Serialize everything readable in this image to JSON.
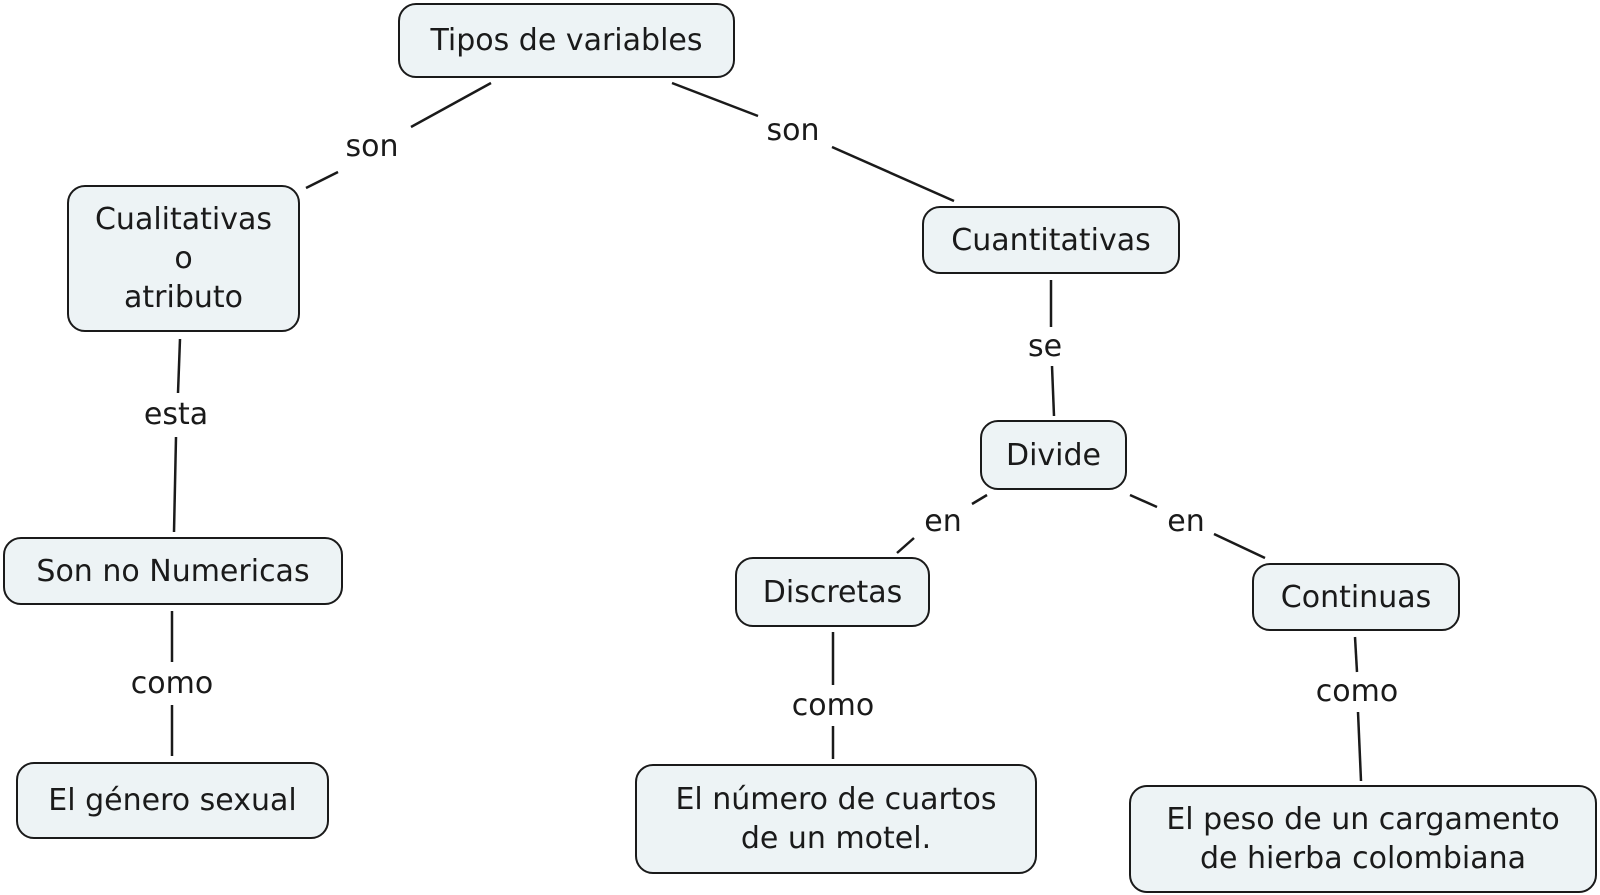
{
  "concept_map": {
    "nodes": {
      "tipos_de_variables": "Tipos de variables",
      "cualitativas": "Cualitativas\no\natributo",
      "cuantitativas": "Cuantitativas",
      "son_no_numericas": "Son no Numericas",
      "divide": "Divide",
      "discretas": "Discretas",
      "continuas": "Continuas",
      "el_genero_sexual": "El género sexual",
      "numero_de_cuartos": "El número de cuartos\nde un motel.",
      "peso_cargamento": "El peso de un cargamento\nde hierba colombiana"
    },
    "links": {
      "son_left": "son",
      "son_right": "son",
      "se": "se",
      "esta": "esta",
      "en_left": "en",
      "en_right": "en",
      "como_left": "como",
      "como_middle": "como",
      "como_right": "como"
    }
  }
}
